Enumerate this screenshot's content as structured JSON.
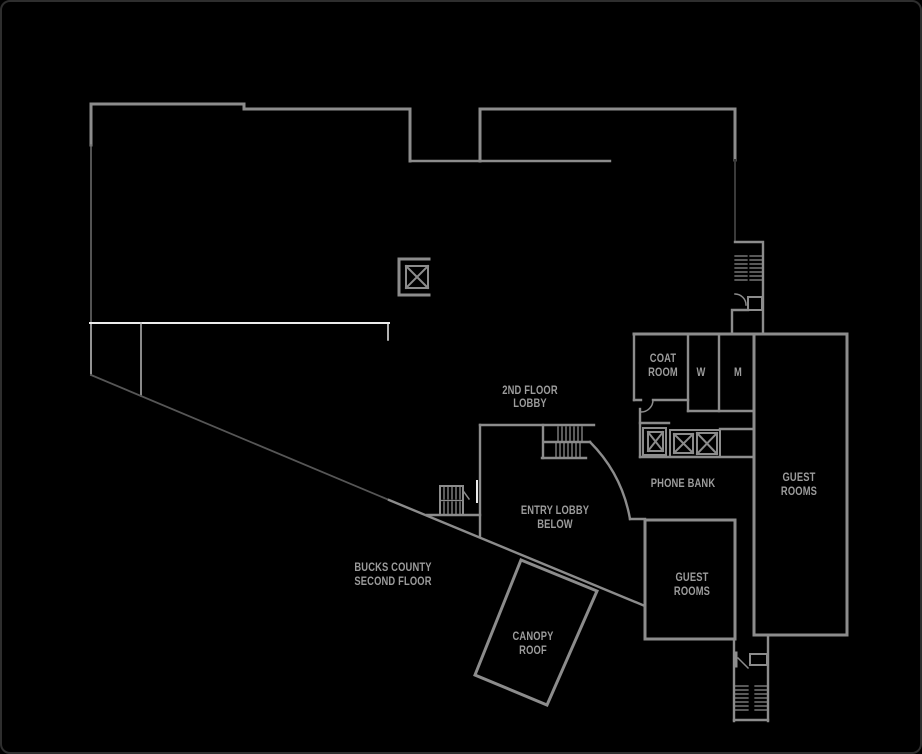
{
  "plan": {
    "title": {
      "line1": "BUCKS COUNTY",
      "line2": "SECOND FLOOR"
    },
    "rooms": {
      "floor2_lobby": {
        "line1": "2ND FLOOR",
        "line2": "LOBBY"
      },
      "entry_lobby": {
        "line1": "ENTRY LOBBY",
        "line2": "BELOW"
      },
      "canopy_roof": {
        "line1": "CANOPY",
        "line2": "ROOF"
      },
      "phone_bank": {
        "label": "PHONE BANK"
      },
      "coat_room": {
        "line1": "COAT",
        "line2": "ROOM"
      },
      "womens_restroom": {
        "label": "W"
      },
      "mens_restroom": {
        "label": "M"
      },
      "guest_rooms_east": {
        "line1": "GUEST",
        "line2": "ROOMS"
      },
      "guest_rooms_south": {
        "line1": "GUEST",
        "line2": "ROOMS"
      }
    },
    "symbols": {
      "elevator": "box-with-x",
      "stairs": "parallel-treads",
      "door": "quarter-arc-swing"
    },
    "colors": {
      "background": "#000000",
      "wall": "#8c8c8c",
      "wall_bright": "#ececec",
      "wall_dark": "#3a3a3a",
      "roof_edge": "#565656",
      "text": "#9c9c9c"
    }
  }
}
